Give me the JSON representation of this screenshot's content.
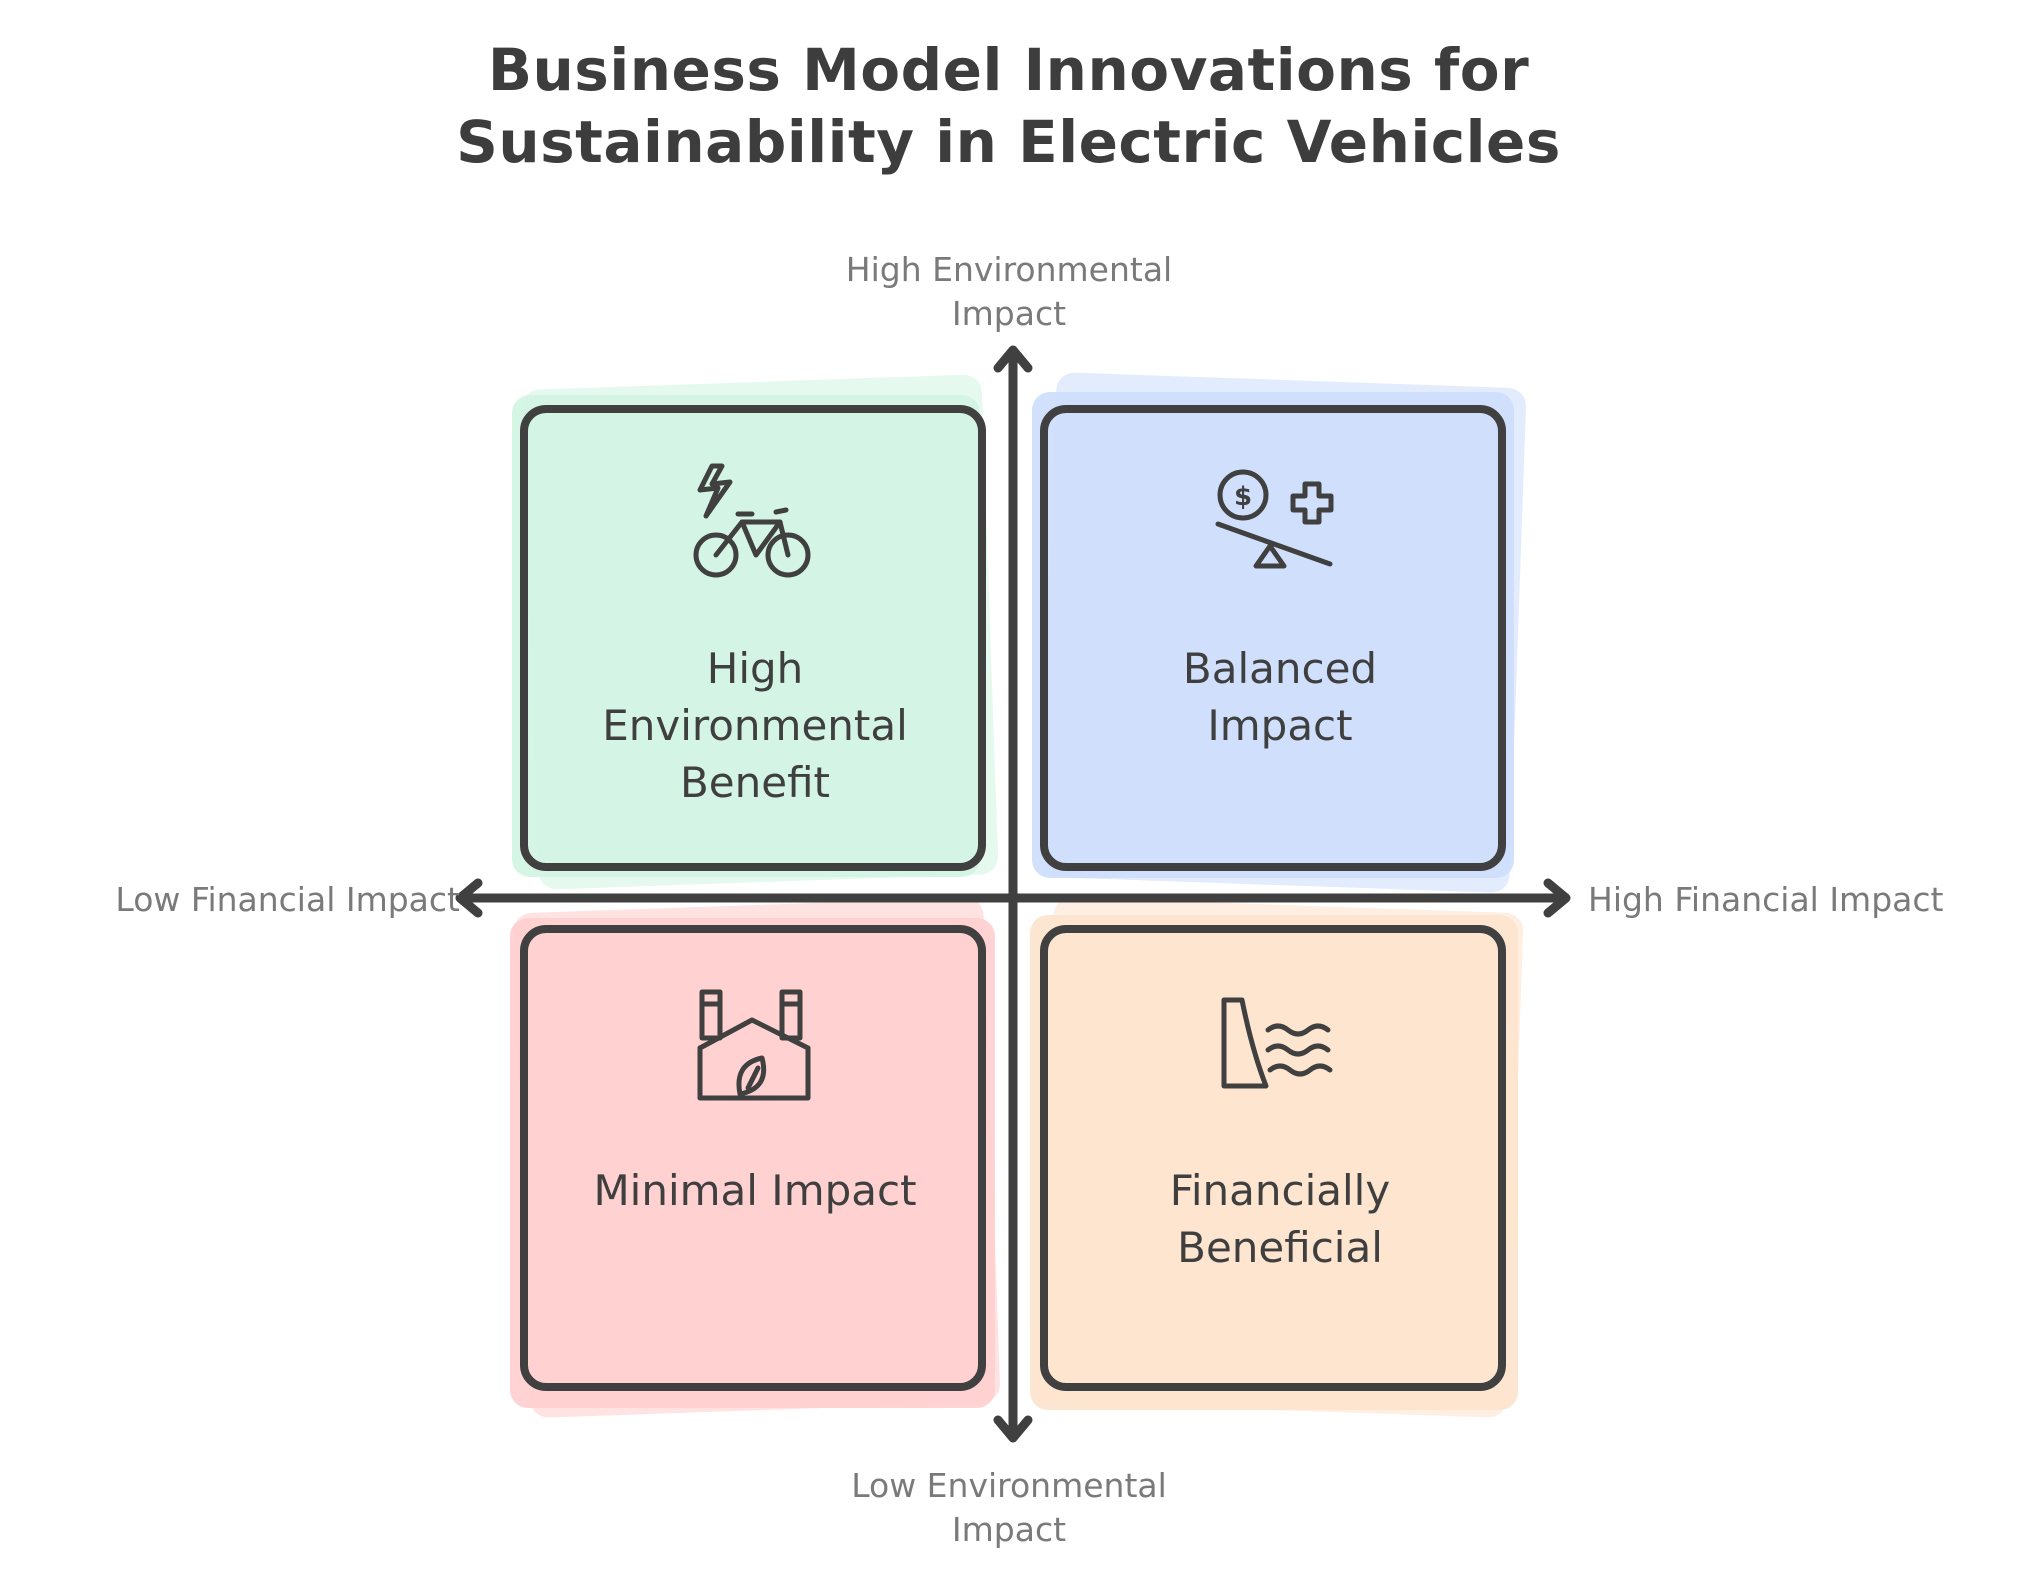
{
  "title": {
    "line1": "Business Model Innovations for",
    "line2": "Sustainability in Electric Vehicles"
  },
  "axes": {
    "y_top": {
      "line1": "High Environmental",
      "line2": "Impact"
    },
    "y_bottom": {
      "line1": "Low Environmental",
      "line2": "Impact"
    },
    "x_left": "Low Financial Impact",
    "x_right": "High Financial Impact"
  },
  "quadrants": {
    "top_left": {
      "line1": "High",
      "line2": "Environmental",
      "line3": "Benefit",
      "color": "#d3f5e4",
      "icon": "electric-bike-icon"
    },
    "top_right": {
      "line1": "Balanced",
      "line2": "Impact",
      "color": "#cfdffc",
      "icon": "balance-scale-icon"
    },
    "bottom_left": {
      "line1": "Minimal Impact",
      "color": "#ffd1d1",
      "icon": "eco-factory-icon"
    },
    "bottom_right": {
      "line1": "Financially",
      "line2": "Beneficial",
      "color": "#fde5cf",
      "icon": "hydro-dam-icon"
    }
  },
  "colors": {
    "stroke": "#404040",
    "axis_label": "#7a7a7a"
  }
}
